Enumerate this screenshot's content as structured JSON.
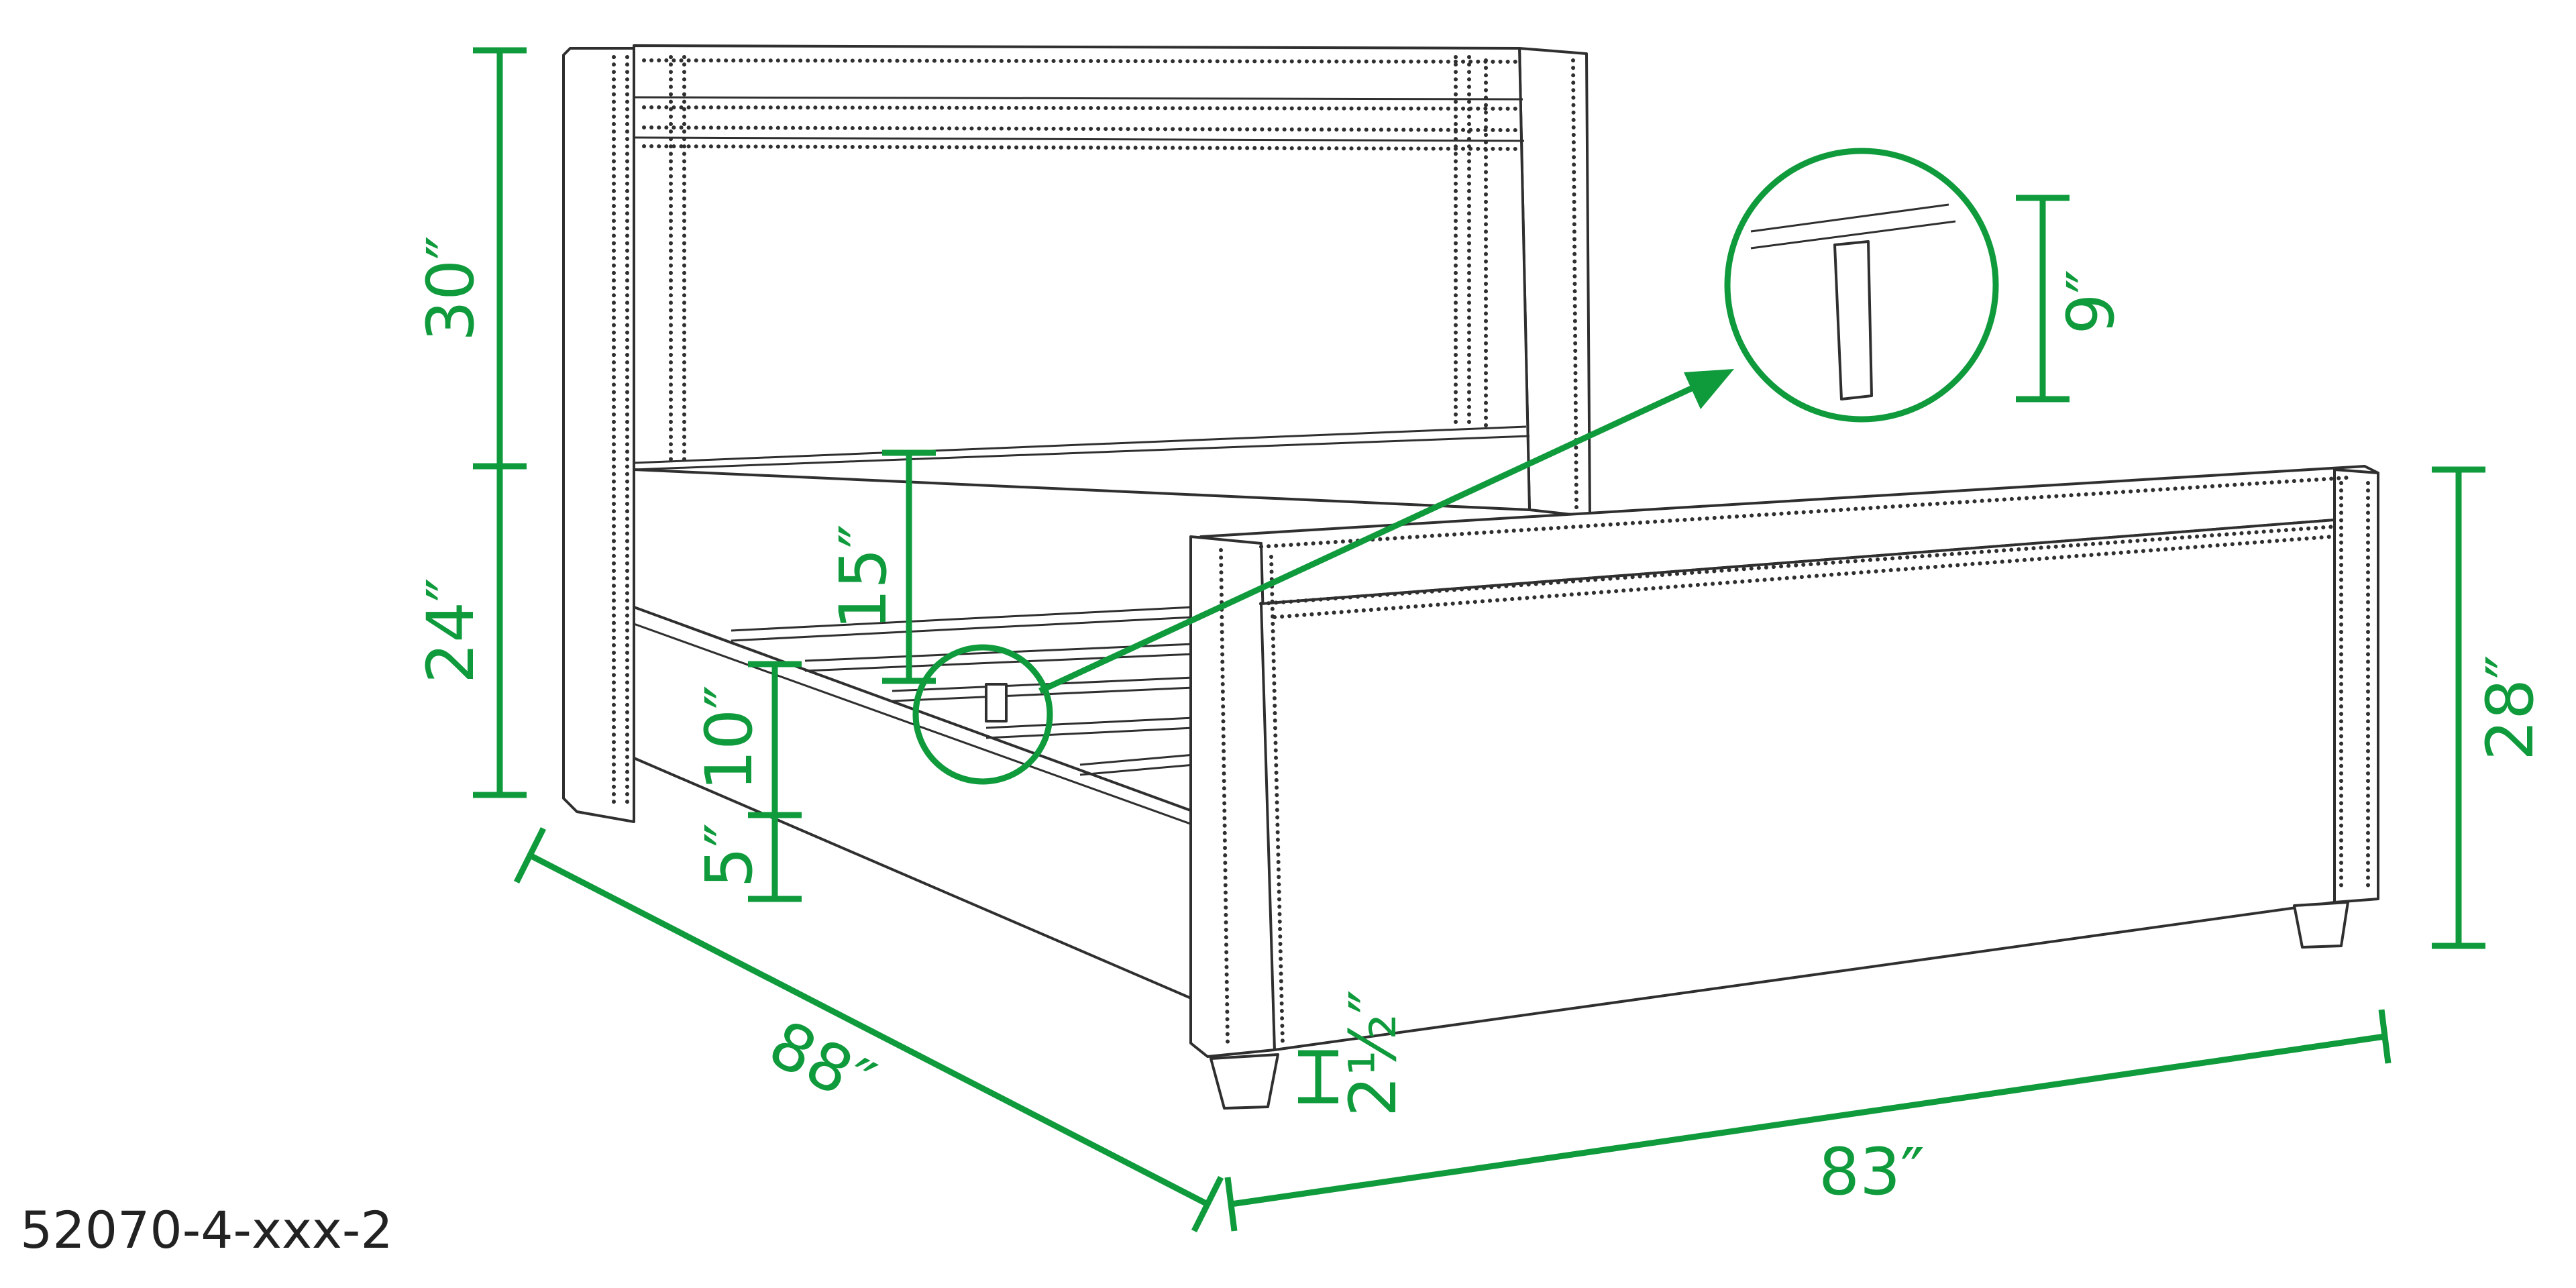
{
  "model_code": "52070-4-xxx-2",
  "accent_color": "#0f9a3c",
  "line_color": "#2f2f2f",
  "dimensions": {
    "headboard_top": "30″",
    "headboard_lower": "24″",
    "rail_clearance": "15″",
    "side_rail_height": "10″",
    "rail_to_floor": "5″",
    "footboard_height": "28″",
    "bed_length": "88″",
    "bed_width": "83″",
    "leg_height": "2½″",
    "center_support": "9″"
  }
}
